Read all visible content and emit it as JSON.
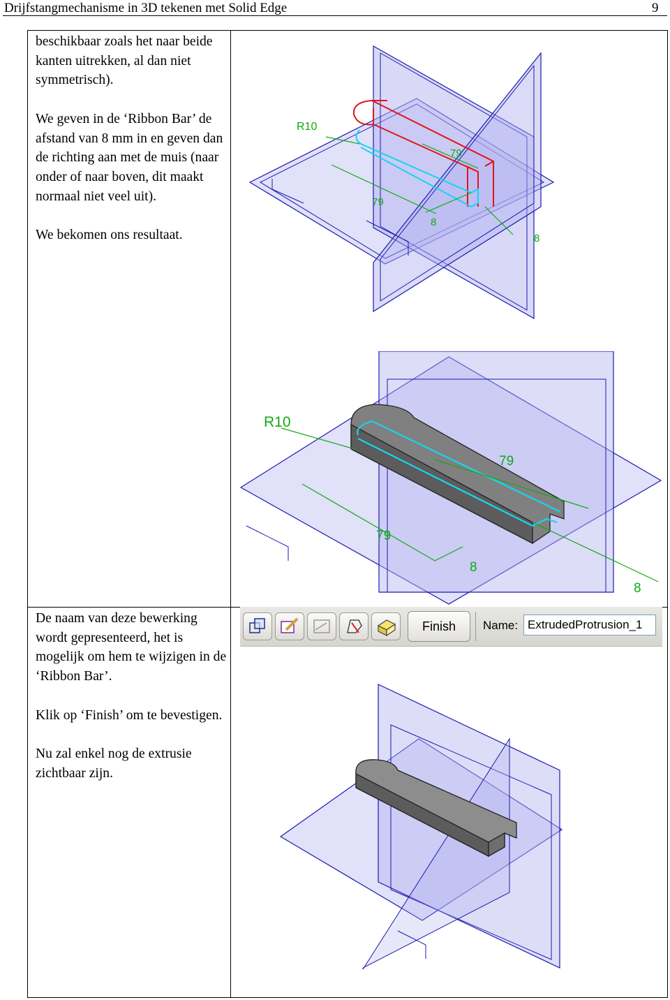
{
  "header": {
    "title": "Drijfstangmechanisme in 3D tekenen met Solid Edge",
    "page_number": "9"
  },
  "section1": {
    "paragraphs": [
      "beschikbaar zoals het naar beide kanten uitrekken, al dan niet symmetrisch).",
      "We geven in de ‘Ribbon Bar’ de afstand van 8 mm in en geven dan de richting aan met de muis (naar onder of naar boven, dit maakt normaal niet veel uit).",
      "We bekomen ons resultaat."
    ]
  },
  "section2": {
    "paragraphs": [
      "De naam van deze bewerking wordt gepresenteerd, het is mogelijk om hem te wijzigen in de ‘Ribbon Bar’.",
      "Klik op ‘Finish’ om te bevestigen.",
      "Nu zal enkel nog de extrusie zichtbaar zijn."
    ]
  },
  "cad_view_1": {
    "dims": {
      "radius": "R10",
      "length": "79",
      "width": "79",
      "slot": "8",
      "depth": "8"
    }
  },
  "cad_view_2": {
    "dims": {
      "radius": "R10",
      "length": "79",
      "width": "79",
      "slot": "8",
      "depth": "8"
    }
  },
  "ribbon": {
    "finish_label": "Finish",
    "name_label": "Name:",
    "name_value": "ExtrudedProtrusion_1",
    "step_buttons": [
      "select-plane-icon",
      "draw-profile-icon",
      "extent-icon",
      "treatment-icon",
      "finish-step-icon"
    ]
  },
  "colors": {
    "plane_fill": "#b9b9f2",
    "plane_edge": "#1b1bb0",
    "profile": "#e01515",
    "dimension": "#11aa11",
    "selection": "#19d3f0",
    "solid_top": "#8d8d8d",
    "solid_side": "#5c5c5c"
  }
}
